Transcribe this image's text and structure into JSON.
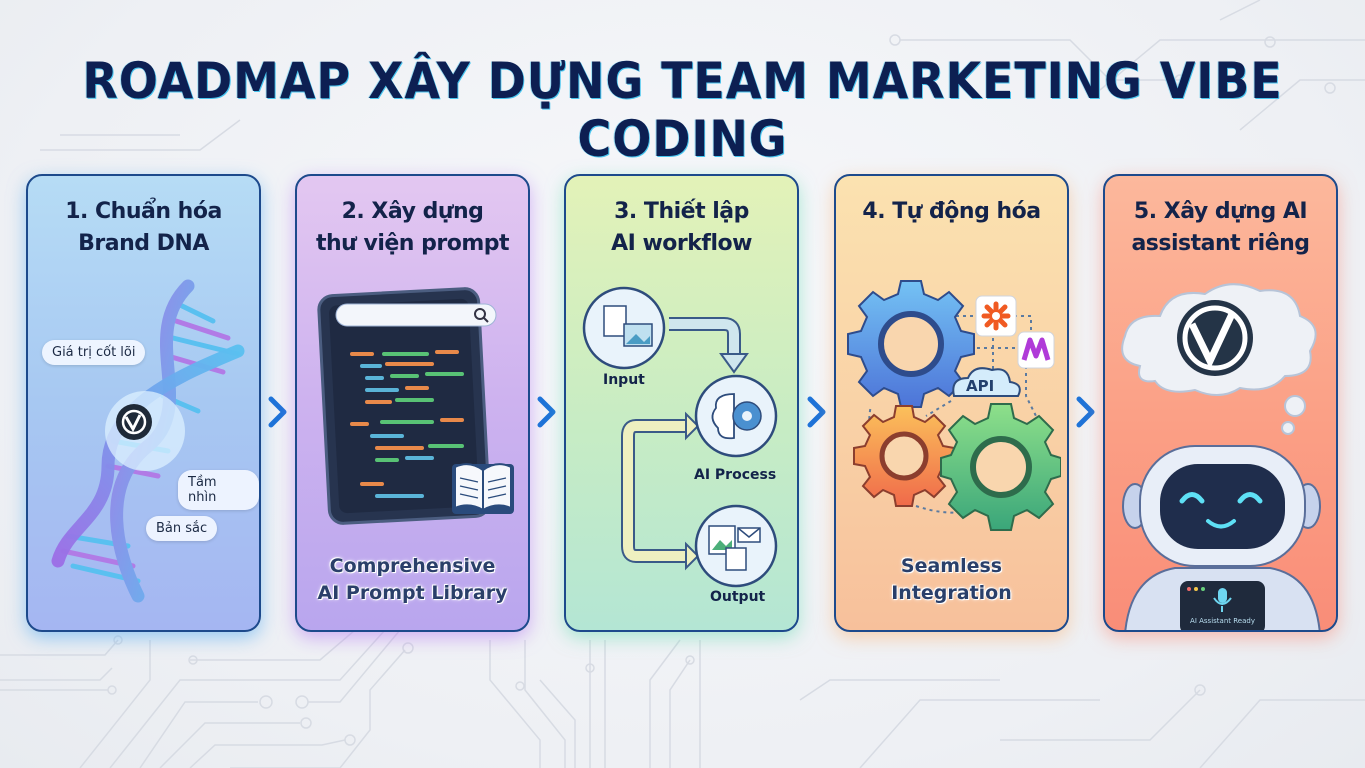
{
  "title": "ROADMAP XÂY DỰNG TEAM MARKETING VIBE CODING",
  "colors": {
    "title": "#0d1f52",
    "card_border": "#1d4a8c",
    "arrow": "#1e73d8",
    "card1": "#a7c8f2",
    "card2": "#cdb2ef",
    "card3": "#c7ecc4",
    "card4": "#f9d1a6",
    "card5": "#fb9f85"
  },
  "steps": [
    {
      "number": "1",
      "title_line1": "1. Chuẩn hóa",
      "title_line2": "Brand DNA",
      "illustration": "dna-helix-icon",
      "labels": [
        "Giá trị cốt lõi",
        "Tầm nhìn",
        "Bản sắc"
      ],
      "logo": "vc-logo"
    },
    {
      "number": "2",
      "title_line1": "2. Xây dựng",
      "title_line2": "thư viện prompt",
      "illustration": "code-tablet-icon",
      "caption_line1": "Comprehensive",
      "caption_line2": "AI Prompt Library"
    },
    {
      "number": "3",
      "title_line1": "3. Thiết lập",
      "title_line2": "AI workflow",
      "illustration": "workflow-diagram",
      "nodes": [
        "Input",
        "AI Process",
        "Output"
      ]
    },
    {
      "number": "4",
      "title_line1": "4. Tự động hóa",
      "title_line2": "",
      "illustration": "gears-integration-icon",
      "api_label": "API",
      "caption_line1": "Seamless",
      "caption_line2": "Integration"
    },
    {
      "number": "5",
      "title_line1": "5. Xây dựng AI",
      "title_line2": "assistant riêng",
      "illustration": "robot-assistant-icon",
      "screen_label": "AI Assistant Ready",
      "logo": "vc-logo"
    }
  ]
}
